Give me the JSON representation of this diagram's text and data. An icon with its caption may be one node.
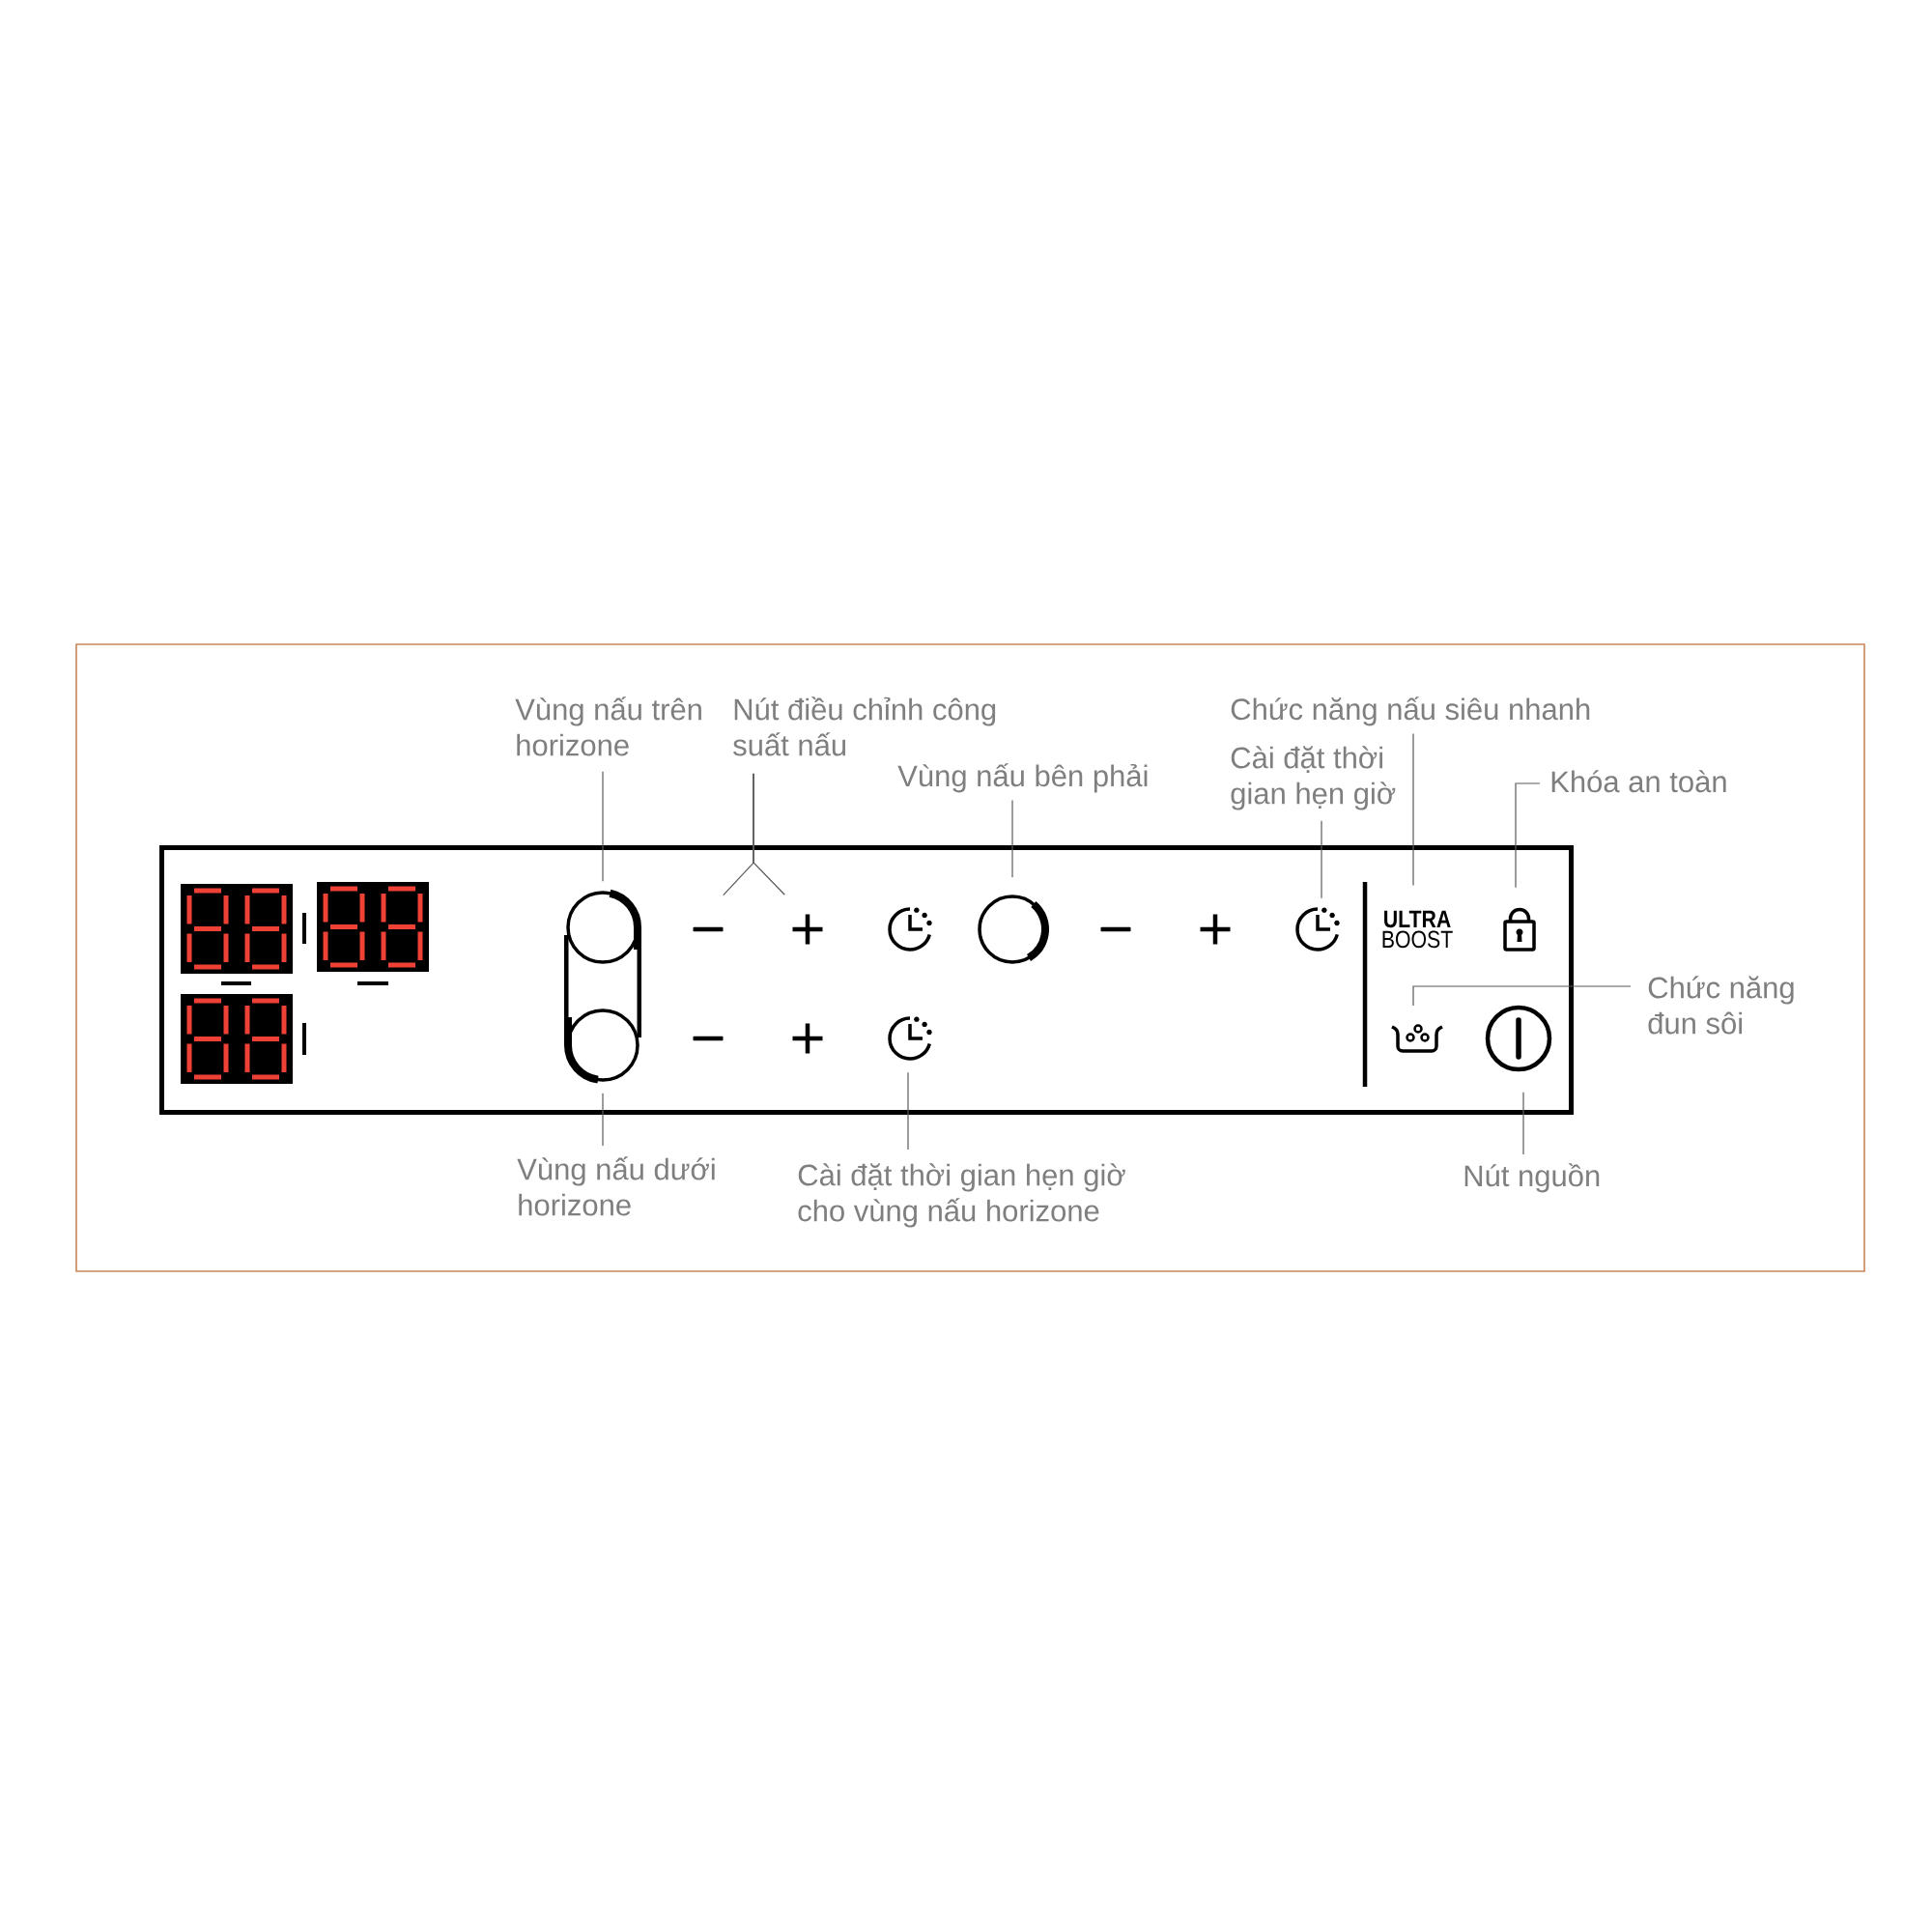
{
  "diagram": {
    "nodes": [
      {
        "text": [
          "Vùng nấu trên horizone"
        ]
      },
      {
        "text": [
          "Nút điều chỉnh công suất nấu"
        ]
      },
      {
        "text": [
          "Vùng nấu bên phải"
        ]
      },
      {
        "text": [
          "Chức năng nấu siêu nhanh"
        ]
      },
      {
        "text": [
          "Cài đặt thời gian hẹn giờ"
        ]
      },
      {
        "text": [
          "Khóa an toàn"
        ]
      },
      {
        "text": [],
        "shape": "box"
      },
      {
        "text": [],
        "shape": "circle",
        "in": 6
      },
      {
        "text": [],
        "shape": "bar",
        "in": 6
      },
      {
        "text": [],
        "shape": "picture",
        "in": 6
      },
      {
        "text": [],
        "shape": "circle",
        "in": 6
      },
      {
        "text": [],
        "shape": "picture",
        "in": 6
      },
      {
        "text": [
          "**ULTRA** BOOST"
        ],
        "in": 6
      },
      {
        "text": [],
        "shape": "picture",
        "in": 6
      },
      {
        "text": [],
        "shape": "circle",
        "in": 6
      },
      {
        "text": [],
        "shape": "picture",
        "in": 6
      },
      {
        "text": [],
        "shape": "picture",
        "in": 6
      },
      {
        "text": [],
        "shape": "picture",
        "in": 6
      },
      {
        "text": [
          "Chức năng đun sôi"
        ]
      },
      {
        "text": [
          "Vùng nấu dưới horizone"
        ]
      },
      {
        "text": [
          "Cài đặt thời gian hẹn giờ cho vùng nấu horizone"
        ]
      },
      {
        "text": [
          "Nút nguồn"
        ]
      }
    ],
    "edges": [
      {
        "from": 0,
        "to": 7,
        "arrow": "none"
      },
      {
        "from": 1,
        "to": 8,
        "arrow": "none"
      },
      {
        "from": 1,
        "to": 9,
        "arrow": "none"
      },
      {
        "from": 2,
        "to": 10,
        "arrow": "none"
      },
      {
        "from": 3,
        "to": 12,
        "arrow": "none"
      },
      {
        "from": 4,
        "to": 11,
        "arrow": "none"
      },
      {
        "from": 5,
        "to": 13,
        "arrow": "none"
      },
      {
        "from": 18,
        "to": 16,
        "arrow": "none"
      },
      {
        "from": 19,
        "to": 14,
        "arrow": "none"
      },
      {
        "from": 20,
        "to": 15,
        "arrow": "none"
      },
      {
        "from": 21,
        "to": 17,
        "arrow": "none"
      },
      {
        "from": 7,
        "to": 14,
        "arrow": "none",
        "style": "thick",
        "color": "#000000"
      },
      {
        "from": 7,
        "to": 14,
        "arrow": "none",
        "style": "thick",
        "color": "#000000"
      }
    ]
  }
}
